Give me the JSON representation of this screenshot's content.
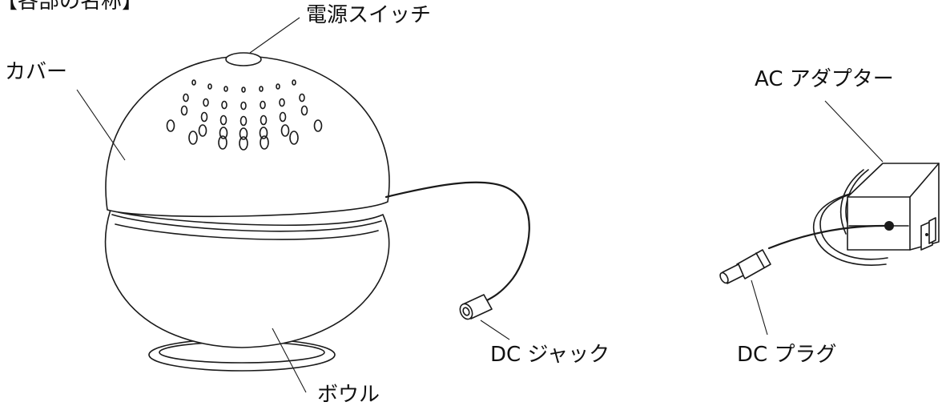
{
  "labels": {
    "section_title": "【各部の名称】",
    "power_switch": "電源スイッチ",
    "cover": "カバー",
    "ac_adapter": "AC アダプター",
    "dc_jack": "DC ジャック",
    "dc_plug": "DC プラグ",
    "bowl": "ボウル"
  }
}
